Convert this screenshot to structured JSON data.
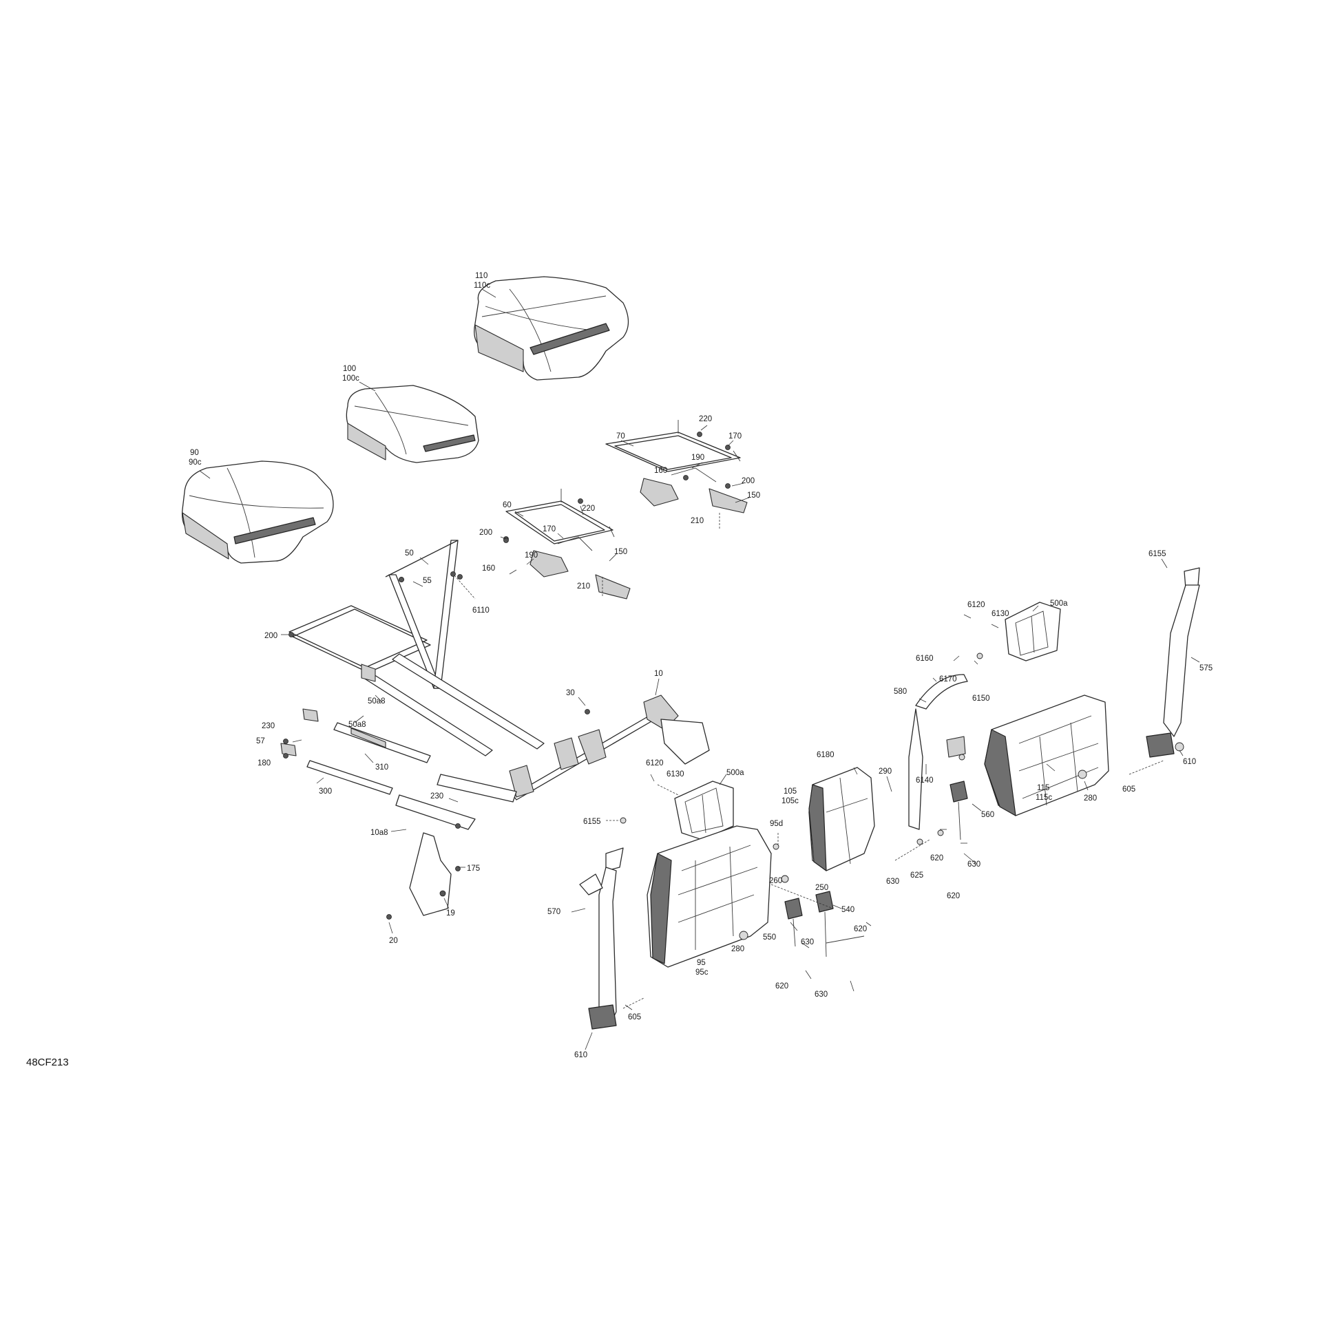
{
  "drawing_ref": "48CF213",
  "callouts": {
    "c110": "110",
    "c110c": "110c",
    "c100": "100",
    "c100c": "100c",
    "c90": "90",
    "c90c": "90c",
    "c70": "70",
    "c220a": "220",
    "c170a": "170",
    "c190a": "190",
    "c160a": "160",
    "c200a": "200",
    "c150a": "150",
    "c210a": "210",
    "c60": "60",
    "c220b": "220",
    "c200b": "200",
    "c170b": "170",
    "c190b": "190",
    "c160b": "160",
    "c150b": "150",
    "c210b": "210",
    "c50": "50",
    "c55": "55",
    "c6110": "6110",
    "c200c": "200",
    "c50a8a": "50a8",
    "c50a8b": "50a8",
    "c10": "10",
    "c30": "30",
    "c230a": "230",
    "c57": "57",
    "c180": "180",
    "c310": "310",
    "c300": "300",
    "c230b": "230",
    "c10a8": "10a8",
    "c175": "175",
    "c19": "19",
    "c20": "20",
    "c6120a": "6120",
    "c6130a": "6130",
    "c500aa": "500a",
    "c6155a": "6155",
    "c570": "570",
    "c605a": "605",
    "c610a": "610",
    "c95d": "95d",
    "c95": "95",
    "c95c": "95c",
    "c280a": "280",
    "c260": "260",
    "c250": "250",
    "c550": "550",
    "c630a": "630",
    "c620a": "620",
    "c540": "540",
    "c620b": "620",
    "c630b": "630",
    "c6180": "6180",
    "c105": "105",
    "c105c": "105c",
    "c290": "290",
    "c6160": "6160",
    "c6170": "6170",
    "c580": "580",
    "c6150": "6150",
    "c6140": "6140",
    "c625": "625",
    "c620c": "620",
    "c630c": "630",
    "c560": "560",
    "c630d": "630",
    "c620d": "620",
    "c6120b": "6120",
    "c6130b": "6130",
    "c500ab": "500a",
    "c115": "115",
    "c115c": "115c",
    "c280b": "280",
    "c6155b": "6155",
    "c575": "575",
    "c610b": "610",
    "c605b": "605"
  }
}
